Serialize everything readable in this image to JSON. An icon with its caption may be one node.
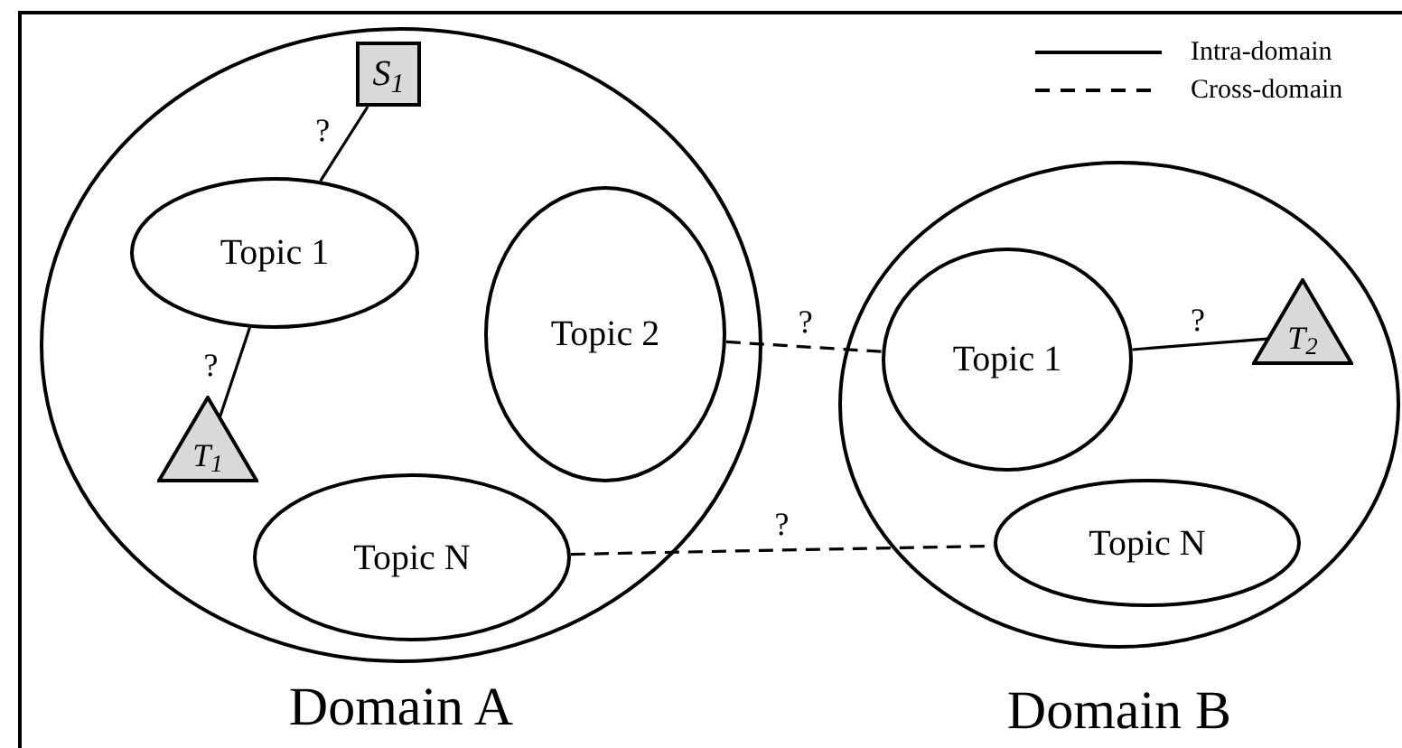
{
  "diagram": {
    "nodes": [
      {
        "text": [
          "Domain A"
        ]
      },
      {
        "text": [
          "S$_{1}$"
        ],
        "in": 0
      },
      {
        "text": [
          "Topic 1"
        ],
        "in": 0
      },
      {
        "text": [
          "Topic 2"
        ],
        "in": 0
      },
      {
        "text": [
          "T$_{1}$"
        ],
        "in": 0
      },
      {
        "text": [
          "Topic N"
        ],
        "in": 0
      },
      {
        "text": [
          "Domain B"
        ]
      },
      {
        "text": [
          "Topic 1"
        ],
        "in": 6
      },
      {
        "text": [
          "T$_{2}$"
        ],
        "in": 6
      },
      {
        "text": [
          "Topic N"
        ],
        "in": 6
      }
    ],
    "edges": [
      {
        "from": 1,
        "to": 2,
        "arrow": "none",
        "label": "?"
      },
      {
        "from": 2,
        "to": 4,
        "arrow": "none",
        "label": "?"
      },
      {
        "from": 3,
        "to": 7,
        "arrow": "none",
        "label": "?",
        "style": "dashed"
      },
      {
        "from": 7,
        "to": 8,
        "arrow": "none",
        "label": "?"
      },
      {
        "from": 5,
        "to": 9,
        "arrow": "none",
        "label": "?",
        "style": "dashed"
      }
    ],
    "legend": [
      {
        "text": "Intra-domain"
      },
      {
        "text": "Cross-domain"
      }
    ]
  }
}
